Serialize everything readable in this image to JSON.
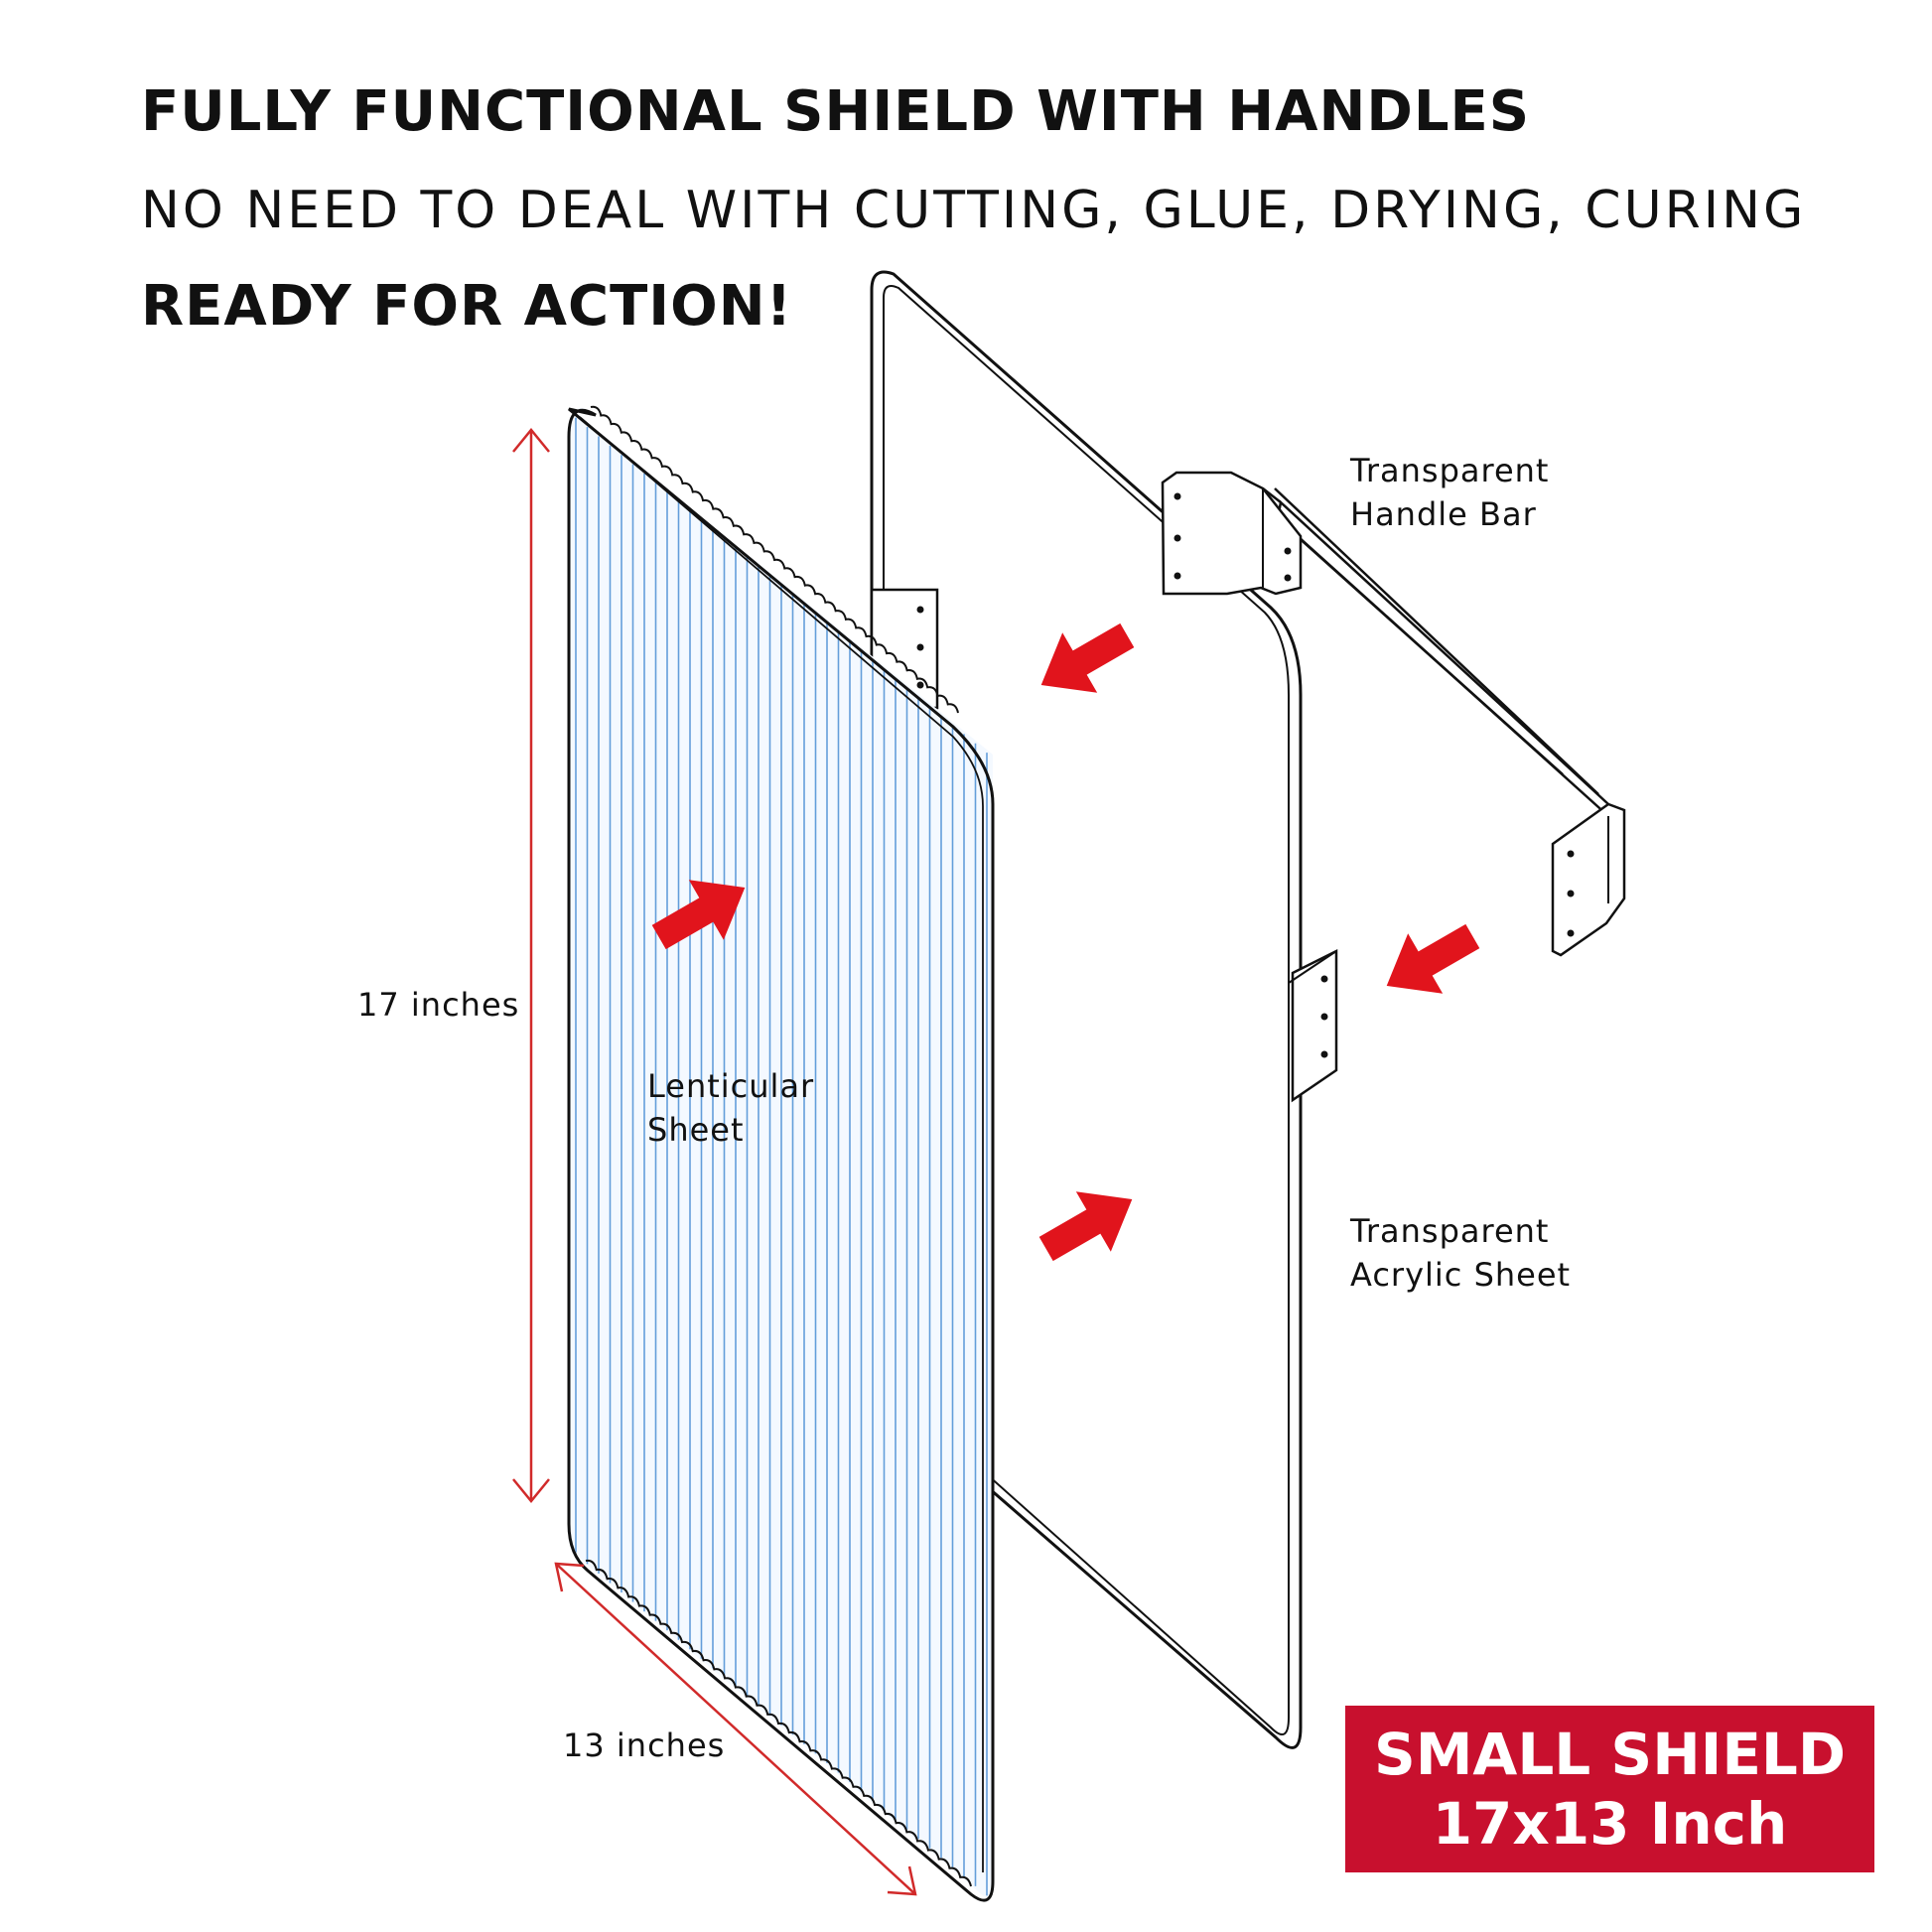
{
  "headings": {
    "title": "FULLY FUNCTIONAL SHIELD WITH HANDLES",
    "subtitle": "NO NEED TO DEAL WITH CUTTING, GLUE, DRYING, CURING",
    "tagline": "READY FOR ACTION!"
  },
  "labels": {
    "handle_line1": "Transparent",
    "handle_line2": "Handle Bar",
    "lenticular_line1": "Lenticular",
    "lenticular_line2": "Sheet",
    "acrylic_line1": "Transparent",
    "acrylic_line2": "Acrylic Sheet",
    "height_dimension": "17 inches",
    "width_dimension": "13 inches"
  },
  "badge": {
    "line1": "SMALL SHIELD",
    "line2": "17x13 Inch"
  },
  "colors": {
    "accent_red": "#c8102e",
    "arrow_red": "#e1141c",
    "dimension_red": "#d12a2a",
    "lenticular_line_blue": "#4a8fd4",
    "outline": "#111111"
  }
}
